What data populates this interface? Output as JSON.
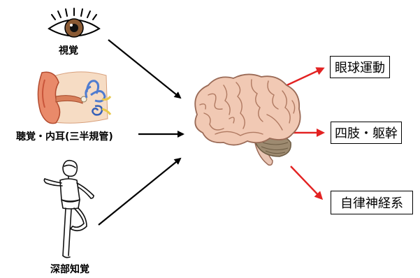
{
  "inputs": {
    "vision": "視覚",
    "inner_ear": "聴覚・内耳(三半規管)",
    "proprioception": "深部知覚"
  },
  "outputs": {
    "eye_movement": "眼球運動",
    "limbs_trunk": "四肢・躯幹",
    "autonomic": "自律神経系"
  },
  "colors": {
    "input_arrow": "#000000",
    "output_arrow": "#e32222",
    "brain": "#f1c9b4",
    "brain_outline": "#9a6a56"
  },
  "icons": {
    "vision": "eye-icon",
    "inner_ear": "ear-anatomy-icon",
    "proprioception": "balancing-person-icon",
    "center": "brain-icon"
  }
}
